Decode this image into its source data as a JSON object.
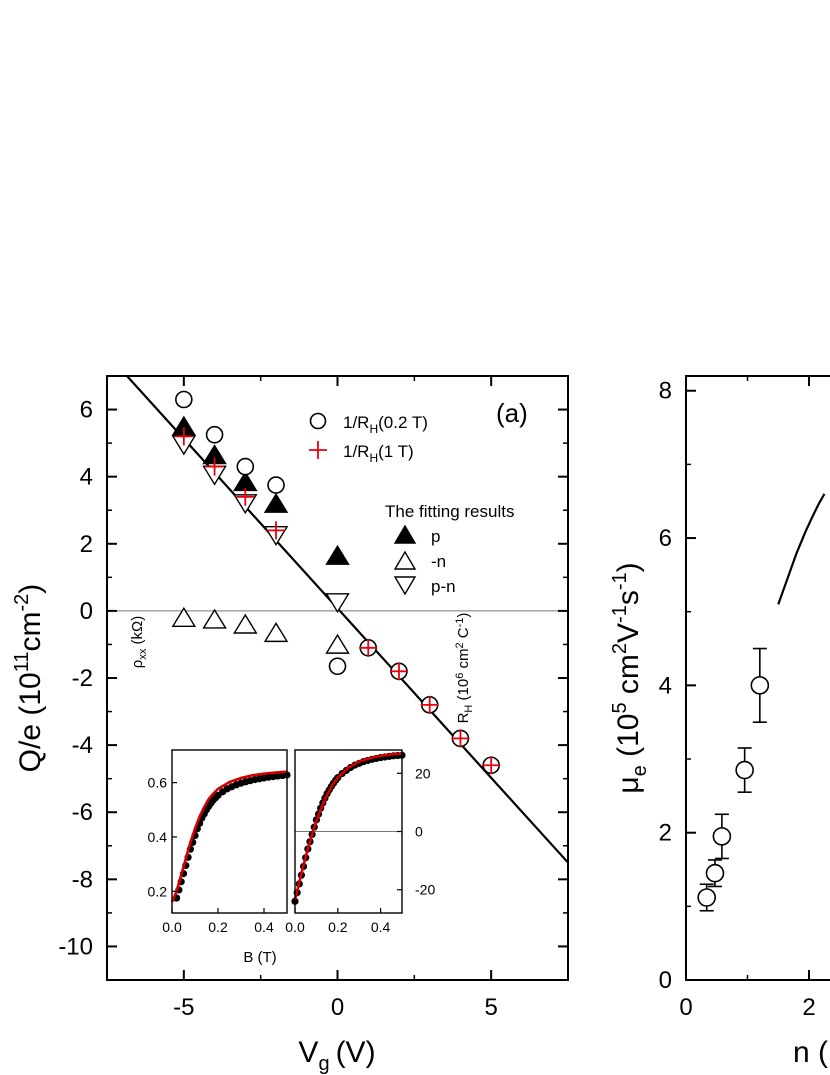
{
  "chart_data": [
    {
      "type": "scatter",
      "panel_label": "(a)",
      "xlabel": "V",
      "xlabel_sub": "g",
      "xlabel_unit": "(V)",
      "ylabel": "Q/e (10",
      "ylabel_exp": "11",
      "ylabel_mid": "cm",
      "ylabel_exp2": "-2",
      "ylabel_end": ")",
      "xlim": [
        -7.5,
        7.5
      ],
      "ylim": [
        -11,
        7
      ],
      "xticks": [
        "-5",
        "0",
        "5"
      ],
      "yticks": [
        "6",
        "4",
        "2",
        "0",
        "-2",
        "-4",
        "-6",
        "-8",
        "-10"
      ],
      "legend": {
        "hall_02_main": "1/R",
        "hall_02_sub": "H",
        "hall_02_tail": "(0.2 T)",
        "hall_1_main": "1/R",
        "hall_1_sub": "H",
        "hall_1_tail": "(1 T)",
        "fit_heading": "The fitting results",
        "p": "p",
        "neg_n": "-n",
        "p_minus_n": "p-n"
      },
      "colors": {
        "hall_1T": "#e8000b",
        "ink": "#000000",
        "fit_curve": "#d40000"
      },
      "series": [
        {
          "key": "hall_02",
          "marker": "open-circle",
          "x": [
            -5,
            -4,
            -3,
            -2,
            0,
            1,
            2,
            3,
            4,
            5
          ],
          "y": [
            6.3,
            5.25,
            4.3,
            3.75,
            -1.65,
            -1.1,
            -1.8,
            -2.8,
            -3.8,
            -4.6
          ]
        },
        {
          "key": "hall_1",
          "marker": "red-plus",
          "x": [
            -5,
            -4,
            -3,
            -2,
            1,
            2,
            3,
            4,
            5
          ],
          "y": [
            5.2,
            4.3,
            3.4,
            2.4,
            -1.1,
            -1.8,
            -2.8,
            -3.8,
            -4.6
          ]
        },
        {
          "key": "p",
          "marker": "filled-up-triangle",
          "x": [
            -5,
            -4,
            -3,
            -2,
            0
          ],
          "y": [
            5.45,
            4.6,
            3.8,
            3.15,
            1.6
          ]
        },
        {
          "key": "neg_n",
          "marker": "open-up-triangle",
          "x": [
            -5,
            -4,
            -3,
            -2,
            0
          ],
          "y": [
            -0.25,
            -0.3,
            -0.45,
            -0.7,
            -1.05
          ]
        },
        {
          "key": "p_minus_n",
          "marker": "open-down-triangle",
          "x": [
            -5,
            -4,
            -3,
            -2,
            0
          ],
          "y": [
            5.0,
            4.1,
            3.25,
            2.3,
            0.3
          ]
        }
      ],
      "fit_line": {
        "x": [
          -6.85,
          7.5
        ],
        "y": [
          7.0,
          -7.5
        ]
      },
      "zero_line": 0,
      "insets": [
        {
          "xlabel": "B (T)",
          "ylabel": "ρ",
          "ylabel_sub": "xx",
          "ylabel_unit": " (kΩ)",
          "xlim": [
            0,
            0.5
          ],
          "ylim": [
            0.12,
            0.72
          ],
          "xticks": [
            "0.0",
            "0.2",
            "0.4"
          ],
          "yticks": [
            "0.6",
            "0.4",
            "0.2"
          ],
          "data_x": [
            0.02,
            0.03,
            0.04,
            0.05,
            0.06,
            0.07,
            0.08,
            0.09,
            0.1,
            0.11,
            0.12,
            0.13,
            0.14,
            0.15,
            0.16,
            0.17,
            0.18,
            0.19,
            0.2,
            0.22,
            0.24,
            0.26,
            0.28,
            0.3,
            0.32,
            0.34,
            0.36,
            0.38,
            0.4,
            0.42,
            0.44,
            0.46,
            0.48,
            0.5
          ],
          "data_y": [
            0.175,
            0.205,
            0.235,
            0.265,
            0.295,
            0.325,
            0.355,
            0.38,
            0.405,
            0.43,
            0.45,
            0.47,
            0.485,
            0.5,
            0.513,
            0.525,
            0.536,
            0.545,
            0.553,
            0.566,
            0.577,
            0.585,
            0.592,
            0.598,
            0.603,
            0.607,
            0.611,
            0.614,
            0.617,
            0.62,
            0.622,
            0.624,
            0.626,
            0.628
          ],
          "fit_x": [
            0.0,
            0.02,
            0.04,
            0.06,
            0.08,
            0.1,
            0.12,
            0.14,
            0.16,
            0.18,
            0.2,
            0.25,
            0.3,
            0.35,
            0.4,
            0.45,
            0.5
          ],
          "fit_y": [
            0.16,
            0.2,
            0.26,
            0.32,
            0.38,
            0.43,
            0.475,
            0.51,
            0.54,
            0.56,
            0.577,
            0.602,
            0.617,
            0.627,
            0.633,
            0.637,
            0.64
          ]
        },
        {
          "xlabel": "",
          "ylabel": "R",
          "ylabel_sub": "H",
          "ylabel_unit": " (10",
          "ylabel_exp": "6",
          "ylabel_unit2": " cm",
          "ylabel_exp2": "2",
          "ylabel_unit3": " C",
          "ylabel_exp3": "-1",
          "ylabel_end": ")",
          "xlim": [
            0,
            0.5
          ],
          "ylim": [
            -28,
            28
          ],
          "xticks": [
            "0.0",
            "0.2",
            "0.4"
          ],
          "yticks": [
            "20",
            "0",
            "-20"
          ],
          "data_x": [
            0.0,
            0.01,
            0.02,
            0.03,
            0.04,
            0.05,
            0.06,
            0.07,
            0.08,
            0.09,
            0.1,
            0.11,
            0.12,
            0.13,
            0.14,
            0.15,
            0.16,
            0.17,
            0.18,
            0.19,
            0.2,
            0.22,
            0.24,
            0.26,
            0.28,
            0.3,
            0.32,
            0.34,
            0.36,
            0.38,
            0.4,
            0.42,
            0.44,
            0.46,
            0.48,
            0.5
          ],
          "data_y": [
            -24,
            -21,
            -18,
            -15,
            -12,
            -9,
            -6,
            -3.5,
            -1,
            1.5,
            4,
            6,
            8,
            9.8,
            11.5,
            13,
            14.3,
            15.5,
            16.6,
            17.6,
            18.5,
            19.9,
            21,
            22,
            22.8,
            23.4,
            24,
            24.4,
            24.8,
            25.1,
            25.4,
            25.6,
            25.8,
            26,
            26.1,
            26.2
          ],
          "fit_x": [
            0.0,
            0.02,
            0.04,
            0.06,
            0.08,
            0.1,
            0.12,
            0.14,
            0.16,
            0.18,
            0.2,
            0.25,
            0.3,
            0.35,
            0.4,
            0.45,
            0.5
          ],
          "fit_y": [
            -23.5,
            -17.5,
            -11.5,
            -6,
            -1,
            3.5,
            7.5,
            11,
            14,
            16.5,
            18.5,
            22,
            24,
            25.2,
            26,
            26.5,
            26.8
          ]
        }
      ]
    },
    {
      "type": "scatter",
      "xlabel": "n (",
      "ylabel": "μ",
      "ylabel_sub": "e",
      "ylabel_unit": " (10",
      "ylabel_exp": "5",
      "ylabel_mid": " cm",
      "ylabel_exp2": "2",
      "ylabel_mid2": "V",
      "ylabel_exp3": "-1",
      "ylabel_mid3": "s",
      "ylabel_exp4": "-1",
      "ylabel_end": ")",
      "xlim": [
        0,
        1.45
      ],
      "ylim": [
        0,
        8.2
      ],
      "xticks": [
        "0",
        "2"
      ],
      "yticks": [
        "8",
        "6",
        "4",
        "2",
        "0"
      ],
      "series": [
        {
          "key": "mu_e",
          "marker": "open-circle",
          "x": [
            0.3,
            0.42,
            0.52,
            0.85,
            1.07
          ],
          "y": [
            1.12,
            1.45,
            1.95,
            2.85,
            4.0
          ],
          "err": [
            0.18,
            0.18,
            0.3,
            0.3,
            0.5
          ]
        }
      ],
      "curve": {
        "x": [
          1.5,
          1.65,
          1.8,
          1.95,
          2.05,
          2.15,
          2.25
        ],
        "y": [
          5.1,
          5.45,
          5.8,
          6.1,
          6.28,
          6.45,
          6.6
        ]
      }
    }
  ]
}
